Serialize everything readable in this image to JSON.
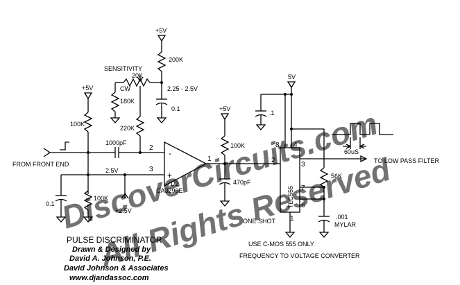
{
  "watermark": {
    "line1": "DiscoverCircuits.com",
    "line2": "All Rights Reserved"
  },
  "labels": {
    "plus5v_pot": "+5V",
    "r200k": "200K",
    "sensitivity": "SENSITIVITY",
    "r20k": "20K",
    "cw": "CW",
    "r180k": "180K",
    "range": "2.25 - 2.5V",
    "c01_top": "0.1",
    "r220k": "220K",
    "plus5v_in": "+5V",
    "r100k_in": "100K",
    "c1000pf": "1000pF",
    "from_front_end": "FROM FRONT END",
    "v25": "2.5V",
    "c01_left": "0.1",
    "r100k_bot": "100K",
    "plus25v": "+2.5V",
    "half": "1/2",
    "opamp_part": "CA3290E",
    "plus5v_out": "+5V",
    "r100k_out": "100K",
    "c470pf": "470pF",
    "plus5v_555": "5V",
    "c1": ".1",
    "ic555": "TLC555",
    "r56k": "56K",
    "c001": ".001",
    "mylar": "MYLAR",
    "pulse_width": "60uS",
    "to_lpf": "TO LOW PASS FILTER",
    "one_shot": "ONE SHOT",
    "cmos_only": "USE C-MOS 555 ONLY",
    "fvc": "FREQUENCY TO VOLTAGE CONVERTER",
    "opamp_minus": "-",
    "opamp_plus": "+",
    "opamp_out_pin": "1",
    "opamp_pin2": "2",
    "opamp_pin3": "3",
    "pin8": "8",
    "pin4": "4",
    "pin2": "2",
    "pin3": "3",
    "pin7": "7",
    "pin6": "6",
    "pin1": "1"
  },
  "title_block": {
    "title": "PULSE DISCRIMINATOR",
    "drawn_by": "Drawn & Designed by",
    "author": "David A. Johnson, P.E.",
    "company": "David Johnson & Associates",
    "website": "www.djandassoc.com"
  }
}
